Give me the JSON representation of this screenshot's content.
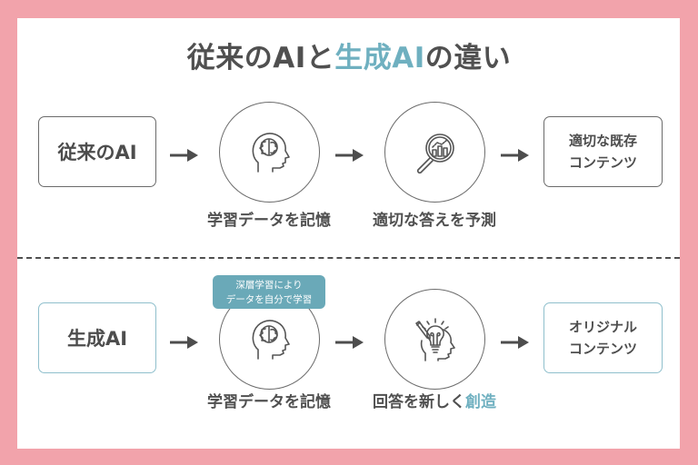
{
  "title": {
    "part1": "従来のAIと",
    "part2_accent": "生成AI",
    "part3": "の違い"
  },
  "colors": {
    "frame": "#f2a3ab",
    "panel": "#ffffff",
    "text": "#505050",
    "accent": "#6fb0c0",
    "badge": "#6aa9b8",
    "line": "#6b6b6b"
  },
  "traditional_row": {
    "start_box": "従来のAI",
    "step1": {
      "icon": "brain-head-icon",
      "caption": "学習データを記憶"
    },
    "step2": {
      "icon": "magnifier-chart-icon",
      "caption": "適切な答えを予測"
    },
    "result_box": {
      "line1": "適切な既存",
      "line2": "コンテンツ"
    }
  },
  "generative_row": {
    "start_box": "生成AI",
    "badge": {
      "line1": "深層学習により",
      "line2": "データを自分で学習"
    },
    "step1": {
      "icon": "brain-head-icon",
      "caption": "学習データを記憶"
    },
    "step2": {
      "icon": "lightbulb-head-pencil-icon",
      "caption_plain": "回答を新しく",
      "caption_accent": "創造"
    },
    "result_box": {
      "line1": "オリジナル",
      "line2": "コンテンツ"
    }
  }
}
